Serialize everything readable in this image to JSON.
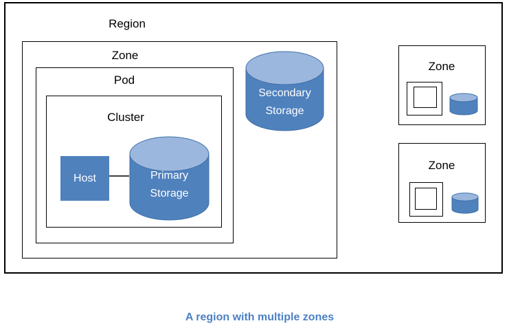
{
  "diagram": {
    "region_label": "Region",
    "main_zone_label": "Zone",
    "pod_label": "Pod",
    "cluster_label": "Cluster",
    "host_label": "Host",
    "primary_storage": {
      "line1": "Primary",
      "line2": "Storage"
    },
    "secondary_storage": {
      "line1": "Secondary",
      "line2": "Storage"
    },
    "zones_right": [
      {
        "label": "Zone"
      },
      {
        "label": "Zone"
      }
    ]
  },
  "caption": "A region with multiple zones",
  "colors": {
    "shape_fill": "#4f81bd",
    "cylinder_top": "#9cb7dd",
    "cylinder_stroke": "#3e6fa6",
    "connector": "#3f3f3f",
    "border_black": "#000000",
    "label_text": "#000000",
    "shape_text": "#ffffff",
    "caption_text": "#4d80c4"
  }
}
